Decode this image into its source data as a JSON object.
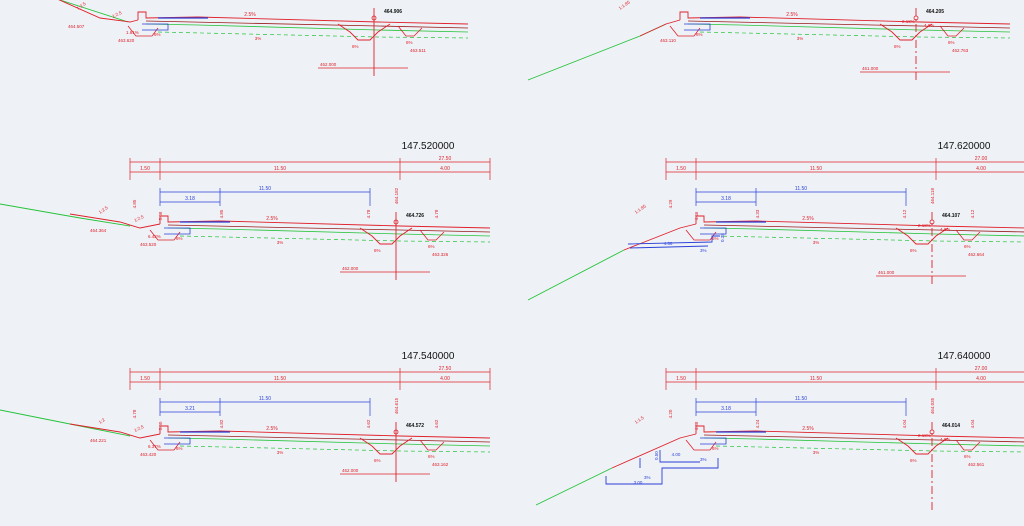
{
  "colors": {
    "background": "#eef2f6",
    "red": "#e0202a",
    "blue": "#2a3fd8",
    "green": "#26c23a",
    "darkred": "#9a1c1c",
    "black": "#111111"
  },
  "panels": [
    {
      "id": "s1",
      "station": "",
      "dims": {
        "left": "",
        "main": "",
        "total": "",
        "right": ""
      },
      "blue_dims": {
        "first": "",
        "second": ""
      },
      "verticals": {
        "a": "",
        "b": "",
        "c": "",
        "d": "",
        "e": "",
        "top": ""
      },
      "labels": {
        "left_slope": "1:2.5",
        "left_slope2": "1:2.5",
        "left_elev": "464.507",
        "bottom_elev": "463.620",
        "pct_left": "1.61%",
        "pct_small": "6%",
        "pct_road": "2.5%",
        "pct_sub": "3%",
        "center_elev": "464.906",
        "center_vert": "",
        "pct_right": "6%",
        "pct_right2": "6%",
        "right_elev": "463.511",
        "datum": "462.000",
        "pct_extra": "",
        "pct_extra2": ""
      }
    },
    {
      "id": "s2",
      "station": "",
      "dims": {
        "left": "",
        "main": "",
        "total": "",
        "right": ""
      },
      "blue_dims": {
        "first": "",
        "second": ""
      },
      "verticals": {
        "a": "",
        "b": "",
        "c": "",
        "d": "",
        "e": "",
        "top": ""
      },
      "labels": {
        "left_slope": "1:1.85",
        "left_slope2": "",
        "left_elev": "",
        "bottom_elev": "463.110",
        "pct_left": "",
        "pct_small": "6%",
        "pct_road": "2.5%",
        "pct_sub": "3%",
        "center_elev": "464.205",
        "center_vert": "2.18%",
        "pct_right": "6%",
        "pct_right2": "6%",
        "right_elev": "462.763",
        "datum": "461.000",
        "pct_extra": "4.8%",
        "pct_extra2": ""
      }
    },
    {
      "id": "s3",
      "station": "147.520000",
      "dims": {
        "left": "1.50",
        "main": "11.50",
        "total": "27.50",
        "right": "4.00"
      },
      "blue_dims": {
        "first": "3.18",
        "second": "11.50"
      },
      "verticals": {
        "a": "4.85",
        "b": "5.08",
        "c": "4.85",
        "d": "4.78",
        "e": "4.78",
        "top": "464.182"
      },
      "labels": {
        "left_slope": "1:2.5",
        "left_slope2": "1:2.5",
        "left_elev": "464.364",
        "bottom_elev": "463.520",
        "pct_left": "6.42%",
        "pct_small": "6%",
        "pct_road": "2.5%",
        "pct_sub": "3%",
        "center_elev": "464.726",
        "center_vert": "",
        "pct_right": "6%",
        "pct_right2": "6%",
        "right_elev": "463.326",
        "datum": "462.000",
        "pct_extra": "",
        "pct_extra2": ""
      }
    },
    {
      "id": "s4",
      "station": "147.620000",
      "dims": {
        "left": "1.50",
        "main": "11.50",
        "total": "27.00",
        "right": "4.00"
      },
      "blue_dims": {
        "first": "3.18",
        "second": "11.50"
      },
      "verticals": {
        "a": "4.29",
        "b": "4.46",
        "c": "4.33",
        "d": "4.12",
        "e": "4.12",
        "top": "464.118"
      },
      "labels": {
        "left_slope": "1:1.85",
        "left_slope2": "",
        "left_elev": "",
        "bottom_elev": "",
        "pct_left": "",
        "pct_small": "6%",
        "pct_road": "2.5%",
        "pct_sub": "3%",
        "center_elev": "464.107",
        "center_vert": "2.18%",
        "pct_right": "6%",
        "pct_right2": "6%",
        "right_elev": "462.664",
        "datum": "461.000",
        "pct_extra": "4.8%",
        "pct_extra2": "3%",
        "blue_extra": "4.50",
        "blue_extra_v": "0.35"
      }
    },
    {
      "id": "s5",
      "station": "147.540000",
      "dims": {
        "left": "1.50",
        "main": "11.50",
        "total": "27.50",
        "right": "4.00"
      },
      "blue_dims": {
        "first": "3.21",
        "second": "11.50"
      },
      "verticals": {
        "a": "4.78",
        "b": "5.00",
        "c": "4.82",
        "d": "4.62",
        "e": "4.62",
        "top": "464.615"
      },
      "labels": {
        "left_slope": "1:2",
        "left_slope2": "1:2.5",
        "left_elev": "464.221",
        "bottom_elev": "463.420",
        "pct_left": "6.37%",
        "pct_small": "6%",
        "pct_road": "2.5%",
        "pct_sub": "3%",
        "center_elev": "464.572",
        "center_vert": "",
        "pct_right": "6%",
        "pct_right2": "6%",
        "right_elev": "463.162",
        "datum": "462.000",
        "pct_extra": "",
        "pct_extra2": ""
      }
    },
    {
      "id": "s6",
      "station": "147.640000",
      "dims": {
        "left": "1.50",
        "main": "11.50",
        "total": "27.00",
        "right": "4.00"
      },
      "blue_dims": {
        "first": "3.18",
        "second": "11.50"
      },
      "verticals": {
        "a": "4.20",
        "b": "4.38",
        "c": "4.24",
        "d": "4.04",
        "e": "4.04",
        "top": "464.035"
      },
      "labels": {
        "left_slope": "1:1.5",
        "left_slope2": "",
        "left_elev": "",
        "bottom_elev": "",
        "pct_left": "",
        "pct_small": "6%",
        "pct_road": "2.5%",
        "pct_sub": "3%",
        "center_elev": "464.014",
        "center_vert": "2.18%",
        "pct_right": "6%",
        "pct_right2": "6%",
        "right_elev": "462.561",
        "datum": "",
        "pct_extra": "4.8%",
        "pct_extra2": "3%",
        "blue_extra": "4.00",
        "blue_extra2": "3.00",
        "blue_extra3": "3%",
        "blue_extra_v": "0.50"
      }
    }
  ]
}
